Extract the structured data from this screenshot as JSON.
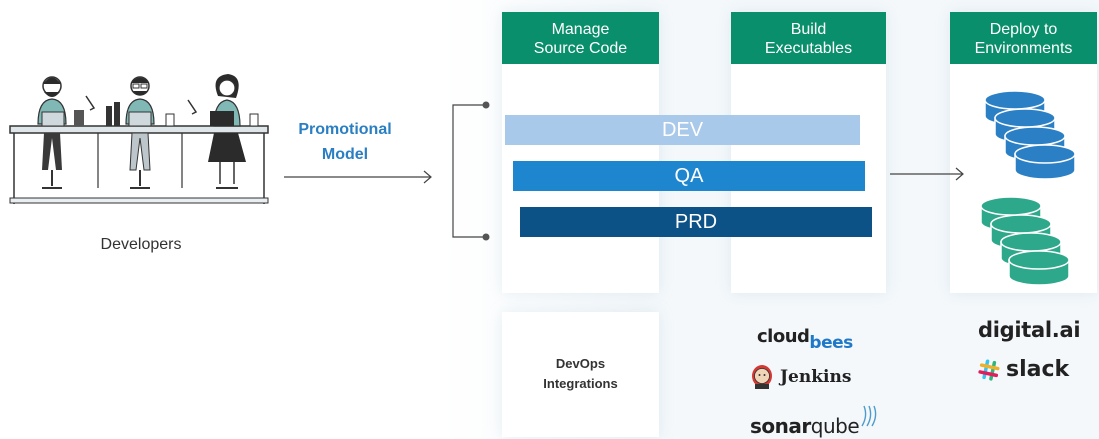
{
  "developers": {
    "label": "Developers"
  },
  "promotional_model": {
    "line1": "Promotional",
    "line2": "Model"
  },
  "columns": [
    {
      "line1": "Manage",
      "line2": "Source Code"
    },
    {
      "line1": "Build",
      "line2": "Executables"
    },
    {
      "line1": "Deploy to",
      "line2": "Environments"
    }
  ],
  "environments": [
    {
      "label": "DEV",
      "color": "#a9c9ea"
    },
    {
      "label": "QA",
      "color": "#1e86cf"
    },
    {
      "label": "PRD",
      "color": "#0d5287"
    }
  ],
  "integrations": {
    "label_line1": "DevOps",
    "label_line2": "Integrations"
  },
  "logos": {
    "cloudbees_a": "cloud",
    "cloudbees_b": "bees",
    "jenkins": "Jenkins",
    "sonar_a": "sonar",
    "sonar_b": "qube",
    "digitalai": "digital.ai",
    "slack": "slack"
  },
  "colors": {
    "header_green": "#0a8f6c",
    "accent_blue": "#2a7fc3",
    "db_blue": "#2b7fc4",
    "db_green": "#2ea88a"
  }
}
